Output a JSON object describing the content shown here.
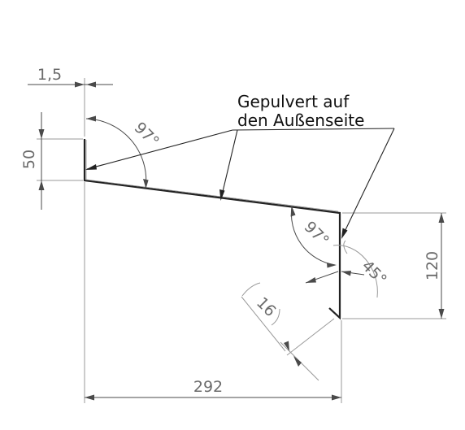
{
  "annotation": {
    "line1": "Gepulvert auf",
    "line2": "den Außenseite"
  },
  "dimensions": {
    "thickness": "1,5",
    "left_height": "50",
    "right_height": "120",
    "width": "292",
    "hem": "16",
    "angle_left": "97°",
    "angle_right": "97°",
    "angle_bend": "45°"
  }
}
